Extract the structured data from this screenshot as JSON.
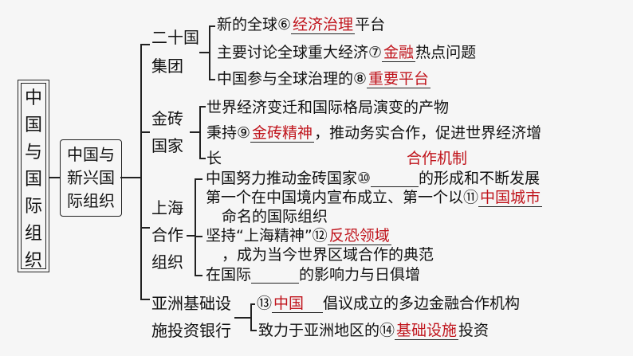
{
  "root": "中国与国际组织",
  "sub": "中国与新兴国际组织",
  "g20": {
    "title": [
      "二十国",
      "集团"
    ],
    "l1": [
      "新的全球⑥",
      "经济治理",
      "平台"
    ],
    "l2": [
      "主要讨论全球重大经济⑦",
      "金融",
      "热点问题"
    ],
    "l3": [
      "中国参与全球治理的⑧",
      "重要平台"
    ]
  },
  "brics": {
    "title": [
      "金砖",
      "国家"
    ],
    "l1": "世界经济变迁和国际格局演变的产物",
    "l2": [
      "秉持⑨",
      "金砖精神",
      "，推动务实合作，促进世界经济增"
    ],
    "l3": "长",
    "ans10": "合作机制"
  },
  "sco": {
    "title": [
      "上海",
      "合作",
      "组织"
    ],
    "l1a": "中国努力推动金砖国家⑩",
    "l1b": "的形成和不断发",
    "l1c": "展",
    "l2a": "第一个在中国境内宣布成立、第一个以⑪",
    "ans11": "中国城市",
    "l2b": "命",
    "l2c": "名的国际组织",
    "l3a": "坚持“上海精神”⑫",
    "ans12": "反恐领域",
    "l3b": "，成为当今世界区域合作的典范",
    "l4a": "在国际",
    "l4b": "的影响力与日俱增"
  },
  "aiib": {
    "title": [
      "亚洲基础设",
      "施投资银行"
    ],
    "l1a": "⑬",
    "ans13": "中国",
    "l1b": "倡议成立的多边金融合作机构",
    "l2a": "致力于亚洲地区的⑭",
    "ans14": "基础设施",
    "l2b": "投资"
  }
}
